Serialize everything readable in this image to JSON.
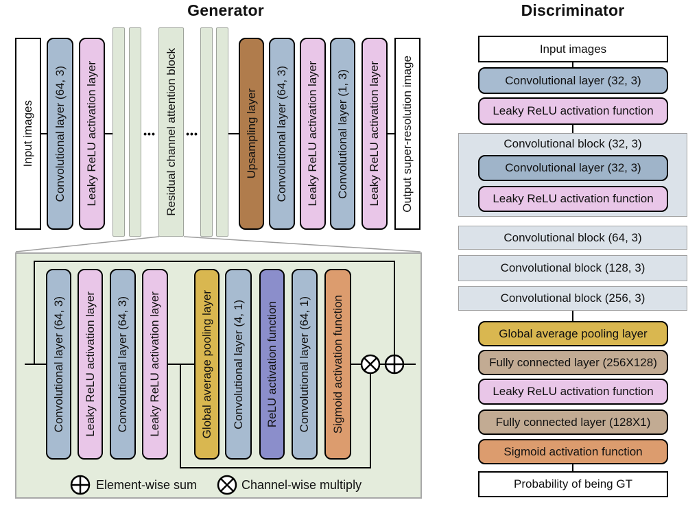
{
  "generator": {
    "title": "Generator",
    "pipeline": {
      "input": "Input images",
      "conv1": "Convolutional layer (64, 3)",
      "lrelu1": "Leaky ReLU activation layer",
      "rcab": "Residual channel attention block",
      "dots": "•••",
      "upsampling": "Upsampling layer",
      "conv2": "Convolutional layer (64, 3)",
      "lrelu2": "Leaky ReLU activation layer",
      "conv3": "Convolutional layer (1, 3)",
      "lrelu3": "Leaky ReLU activation layer",
      "output": "Output super-resolution image"
    },
    "rcab_detail": {
      "conv1": "Convolutional layer (64, 3)",
      "lrelu1": "Leaky ReLU activation layer",
      "conv2": "Convolutional layer (64, 3)",
      "lrelu2": "Leaky ReLU activation layer",
      "gap": "Global average pooling layer",
      "conv3": "Convolutional layer (4, 1)",
      "relu": "ReLU activation function",
      "conv4": "Convolutional layer (64, 1)",
      "sigmoid": "Sigmoid activation function",
      "legend_sum": "Element-wise sum",
      "legend_multiply": "Channel-wise multiply"
    }
  },
  "discriminator": {
    "title": "Discriminator",
    "stack": {
      "input": "Input images",
      "conv": "Convolutional layer (32, 3)",
      "lrelu": "Leaky ReLU activation function",
      "block32": "Convolutional block (32, 3)",
      "block32_conv": "Convolutional layer (32, 3)",
      "block32_lrelu": "Leaky ReLU activation function",
      "block64": "Convolutional block (64, 3)",
      "block128": "Convolutional block (128, 3)",
      "block256": "Convolutional block (256, 3)",
      "gap": "Global average pooling layer",
      "fc1": "Fully connected layer (256X128)",
      "lrelu2": "Leaky ReLU activation function",
      "fc2": "Fully connected layer (128X1)",
      "sigmoid": "Sigmoid activation function",
      "output": "Probability of being GT"
    }
  },
  "palette": {
    "conv_layer": "#a7bbd0",
    "leaky_relu": "#e9c6e8",
    "rcab_bar": "#dfe8d8",
    "rcab_box_bg": "#e4ecdc",
    "upsampling": "#b07c4c",
    "global_avg_pool": "#d9b750",
    "relu": "#8b8ecb",
    "sigmoid": "#dc9c6e",
    "fully_connected": "#c2ab93",
    "conv_block": "#dbe2e9",
    "io_box": "#ffffff"
  }
}
